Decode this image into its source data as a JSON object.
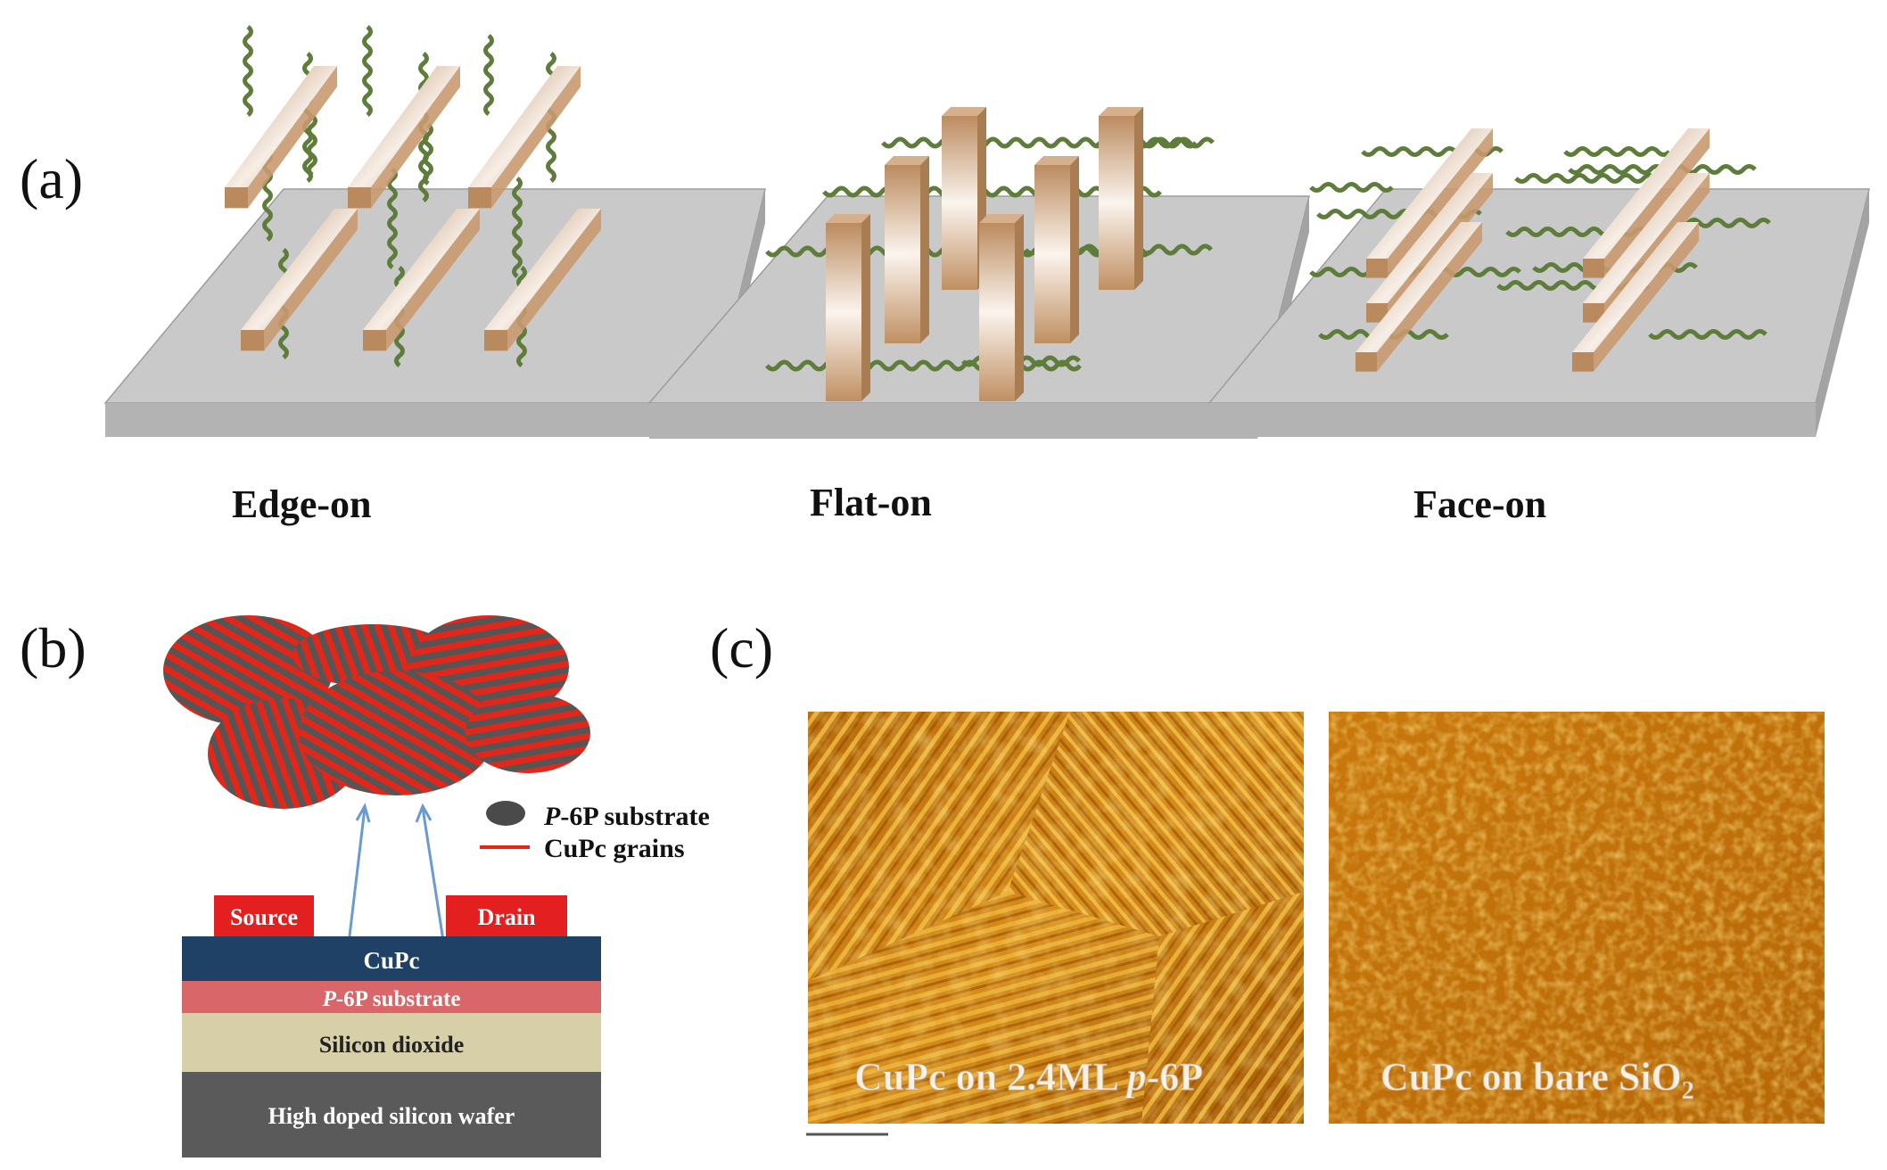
{
  "panel_a": {
    "label": "(a)",
    "edge_on": "Edge-on",
    "flat_on": "Flat-on",
    "face_on": "Face-on"
  },
  "panel_b": {
    "label": "(b)",
    "legend_substrate_italic": "P",
    "legend_substrate_rest": "-6P substrate",
    "legend_grains": "CuPc grains",
    "source": "Source",
    "drain": "Drain",
    "cupc": "CuPc",
    "p6p_italic": "P",
    "p6p_rest": "-6P substrate",
    "sio2": "Silicon dioxide",
    "wafer": "High doped silicon wafer"
  },
  "panel_c": {
    "label": "(c)",
    "left_caption_1": "CuPc on 2.4ML ",
    "left_caption_italic": "p",
    "left_caption_2": "-6P",
    "right_caption": "CuPc on bare SiO",
    "right_caption_sub": "2"
  },
  "colors": {
    "platform_top": "#c9c9c9",
    "platform_side": "#b0b0b0",
    "rod_dark": "#b98a5e",
    "rod_light": "#f6ece2",
    "wiggle": "#5e7d3a",
    "source_drain": "#e41f1f",
    "cupc_layer": "#1f4165",
    "p6p_layer": "#d9676a",
    "sio2_layer": "#d6cfa8",
    "wafer_layer": "#5a5a5a",
    "grain_red": "#e3261a",
    "grain_gray": "#555555",
    "arrow_blue": "#6a9ad2",
    "afm_base": "#c97d10"
  }
}
